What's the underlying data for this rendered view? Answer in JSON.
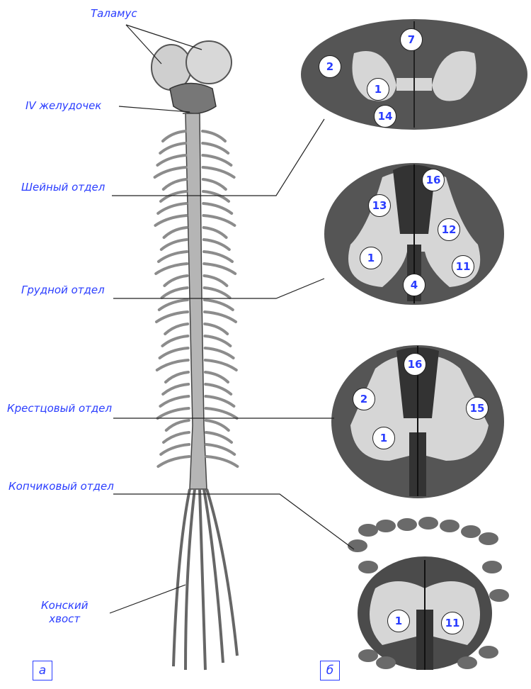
{
  "labels": {
    "thalamus": "Таламус",
    "fourth_ventricle": "IV желудочек",
    "cervical": "Шейный отдел",
    "thoracic": "Грудной отдел",
    "sacral": "Крестцовый отдел",
    "coccygeal": "Копчиковый отдел",
    "cauda_equina": "Конский\nхвост"
  },
  "panels": {
    "a": "а",
    "b": "б"
  },
  "sections": [
    {
      "name": "section-1",
      "markers": [
        "2",
        "7",
        "1",
        "14"
      ]
    },
    {
      "name": "section-2",
      "markers": [
        "16",
        "13",
        "12",
        "1",
        "11",
        "4"
      ]
    },
    {
      "name": "section-3",
      "markers": [
        "16",
        "2",
        "15",
        "1"
      ]
    },
    {
      "name": "section-4",
      "markers": [
        "1",
        "11"
      ]
    }
  ],
  "colors": {
    "label": "#2a3dff",
    "white_matter": "#4a4a4a",
    "gray_matter": "#d4d4d4",
    "nerve": "#8c8c8c"
  }
}
